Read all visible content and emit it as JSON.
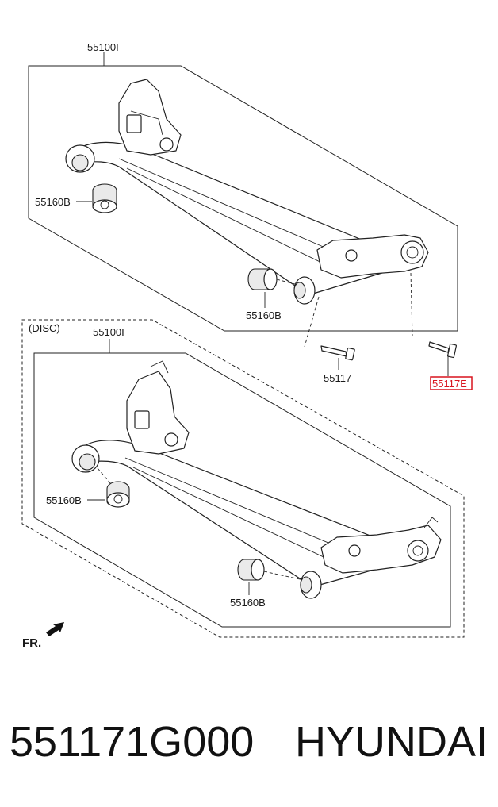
{
  "labels": {
    "top_assembly": "55100I",
    "top_bushing_left": "55160B",
    "top_bushing_right": "55160B",
    "bolt_left": "55117",
    "bolt_right_highlighted": "55117E",
    "disc_variant": "(DISC)",
    "bottom_assembly": "55100I",
    "bottom_bushing_left": "55160B",
    "bottom_bushing_right": "55160B",
    "front_indicator": "FR."
  },
  "caption": {
    "part_number": "551171G000",
    "brand": "HYUNDAI"
  },
  "colors": {
    "highlight": "#d9141e",
    "line": "#222222"
  },
  "icons": [
    "front-direction-arrow-icon"
  ]
}
